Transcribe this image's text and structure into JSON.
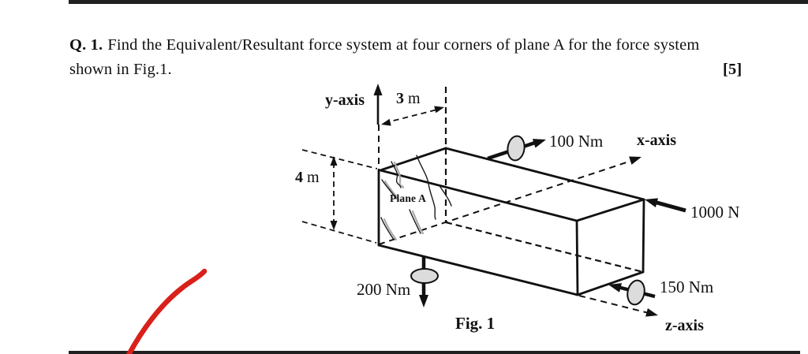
{
  "page": {
    "background": "#ffffff",
    "scan_bar_color": "#202020"
  },
  "question": {
    "number": "Q. 1.",
    "text_line1": "Find the Equivalent/Resultant force system at four corners of plane A for the force system",
    "text_line2": "shown in Fig.1.",
    "marks": "[5]"
  },
  "figure": {
    "caption": "Fig. 1",
    "plane_label": "Plane A",
    "axes": {
      "x": "x-axis",
      "y": "y-axis",
      "z": "z-axis"
    },
    "dimensions": {
      "depth": {
        "value": "3",
        "unit": "m"
      },
      "height": {
        "value": "4",
        "unit": "m"
      }
    },
    "loads": {
      "moment_top": "100 Nm",
      "force_side": "1000 N",
      "moment_bottom": "200 Nm",
      "moment_end": "150 Nm"
    },
    "colors": {
      "line": "#111111",
      "ellipse_fill": "#dcdcdc",
      "pen_stroke": "#d9201a"
    }
  }
}
